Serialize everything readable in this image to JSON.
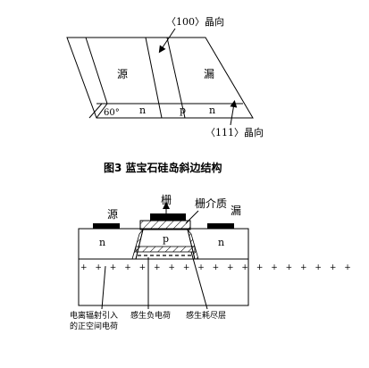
{
  "top_figure": {
    "label_100": "〈100〉晶向",
    "label_111": "〈111〉晶向",
    "source": "源",
    "drain": "漏",
    "angle": "60°",
    "region_n_left": "n",
    "region_p": "p",
    "region_n_right": "n"
  },
  "caption": "图3 蓝宝石硅岛斜边结构",
  "bottom_figure": {
    "gate": "栅",
    "gate_dielectric": "栅介质",
    "source": "源",
    "drain": "漏",
    "region_n_left": "n",
    "region_p": "p",
    "region_n_right": "n",
    "radiation_charge_line1": "电离辐射引入",
    "radiation_charge_line2": "的正空间电荷",
    "induced_negative_charge": "感生负电荷",
    "induced_depletion_layer": "感生耗尽层"
  }
}
